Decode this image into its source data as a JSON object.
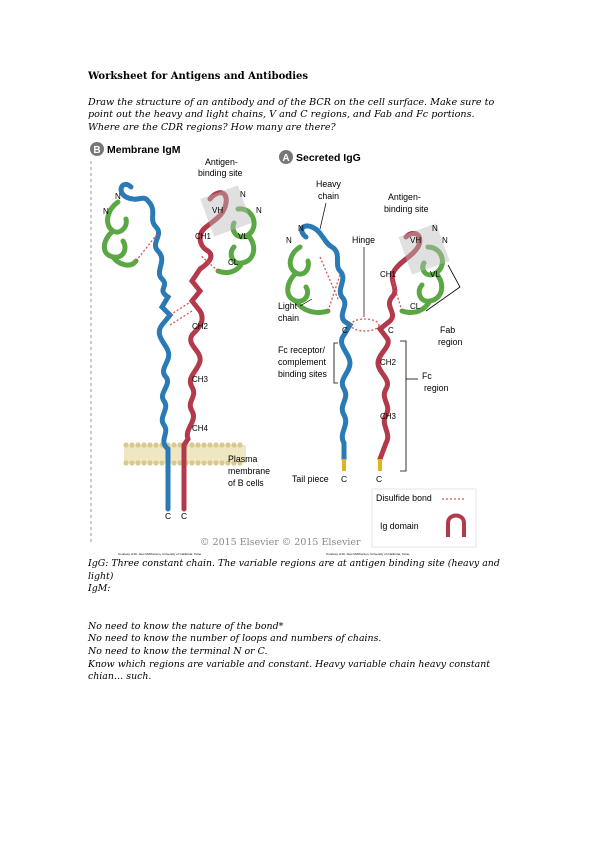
{
  "document": {
    "title": "Worksheet for Antigens and Antibodies",
    "instructions": "Draw the structure of an antibody and of the BCR on the cell surface.  Make sure to point out the heavy and light chains, V and C regions, and Fab and Fc portions.  Where are the CDR regions?  How many are there?"
  },
  "figure": {
    "panel_b": {
      "letter": "B",
      "title": "Membrane IgM"
    },
    "panel_a": {
      "letter": "A",
      "title": "Secreted IgG"
    },
    "labels": {
      "antigen_binding_site_b_1": "Antigen-",
      "antigen_binding_site_b_2": "binding site",
      "heavy_chain_1": "Heavy",
      "heavy_chain_2": "chain",
      "antigen_binding_site_a_1": "Antigen-",
      "antigen_binding_site_a_2": "binding site",
      "hinge": "Hinge",
      "light_chain_1": "Light",
      "light_chain_2": "chain",
      "fab_1": "Fab",
      "fab_2": "region",
      "fc_receptor_1": "Fc receptor/",
      "fc_receptor_2": "complement",
      "fc_receptor_3": "binding sites",
      "fc_region_1": "Fc",
      "fc_region_2": "region",
      "plasma_membrane_1": "Plasma",
      "plasma_membrane_2": "membrane",
      "plasma_membrane_3": "of B cells",
      "tail_piece": "Tail piece",
      "disulfide_bond": "Disulfide bond",
      "ig_domain": "Ig domain",
      "copyright": "© 2015 Elsevier © 2015 Elsevier",
      "credit_left": "Courtesy of Dr. Alex McPherson, University of California, Irvine.",
      "credit_right": "Courtesy of Dr. Alex McPherson, University of California, Irvine."
    },
    "domains": {
      "vh": "VH",
      "vl": "VL",
      "ch1": "CH1",
      "cl": "CL",
      "ch2": "CH2",
      "ch3": "CH3",
      "ch4": "CH4"
    },
    "termini": {
      "n": "N",
      "c": "C"
    },
    "colors": {
      "heavy_chain": "#2a7ab5",
      "heavy_constant": "#b23a4a",
      "light_chain": "#5aa843",
      "disulfide": "#d9534f",
      "tail": "#e3b21f",
      "membrane": "#e8dcae"
    }
  },
  "notes": {
    "igg": "IgG: Three constant chain. The variable regions are at antigen binding site (heavy and light)",
    "igm": "IgM:",
    "item1": "No need to know the  nature of the bond*",
    "item2": "No need to know the number of loops and numbers of chains.",
    "item3": "No need to know the terminal N or C.",
    "item4": "Know which regions are variable and constant. Heavy variable chain heavy constant chian… such."
  }
}
